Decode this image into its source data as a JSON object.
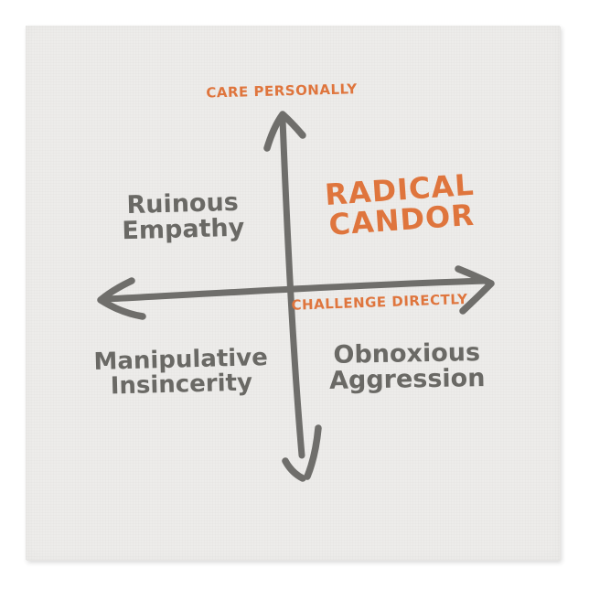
{
  "artwork": {
    "title": "Radical Candor quadrant diagram",
    "colors": {
      "accent_orange": "#df753d",
      "text_gray": "#6a6965",
      "axis_gray": "#6f6e6b",
      "canvas_background": "#edecea",
      "page_background": "#ffffff"
    },
    "axes": {
      "y_axis_label": "CARE PERSONALLY",
      "x_axis_label": "CHALLENGE DIRECTLY"
    },
    "quadrants": {
      "top_right": {
        "line1": "RADICAL",
        "line2": "CANDOR"
      },
      "top_left": {
        "line1": "Ruinous",
        "line2": "Empathy"
      },
      "bottom_left": {
        "line1": "Manipulative",
        "line2": "Insincerity"
      },
      "bottom_right": {
        "line1": "Obnoxious",
        "line2": "Aggression"
      }
    }
  }
}
